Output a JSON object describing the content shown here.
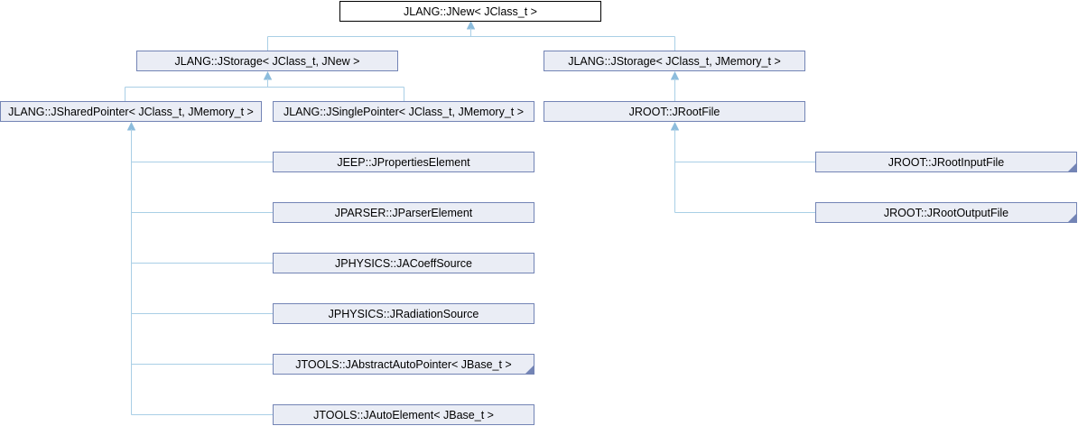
{
  "diagram_type": "class-inheritance-graph",
  "nodes": {
    "jnew": {
      "label": "JLANG::JNew< JClass_t >",
      "root": true
    },
    "jstorage_jnew": {
      "label": "JLANG::JStorage< JClass_t, JNew >"
    },
    "jstorage_jmem": {
      "label": "JLANG::JStorage< JClass_t, JMemory_t >"
    },
    "jsharedpointer": {
      "label": "JLANG::JSharedPointer< JClass_t, JMemory_t >"
    },
    "jsinglepointer": {
      "label": "JLANG::JSinglePointer< JClass_t, JMemory_t >"
    },
    "jrootfile": {
      "label": "JROOT::JRootFile"
    },
    "jproperties": {
      "label": "JEEP::JPropertiesElement"
    },
    "jparser": {
      "label": "JPARSER::JParserElement"
    },
    "jacoeff": {
      "label": "JPHYSICS::JACoeffSource"
    },
    "jradiation": {
      "label": "JPHYSICS::JRadiationSource"
    },
    "jabstractauto": {
      "label": "JTOOLS::JAbstractAutoPointer< JBase_t >",
      "truncated": true
    },
    "jautoelement": {
      "label": "JTOOLS::JAutoElement< JBase_t >"
    },
    "jrootinput": {
      "label": "JROOT::JRootInputFile",
      "truncated": true
    },
    "jrootoutput": {
      "label": "JROOT::JRootOutputFile",
      "truncated": true
    }
  },
  "edges": [
    {
      "from": "jstorage_jnew",
      "to": "jnew"
    },
    {
      "from": "jstorage_jmem",
      "to": "jnew"
    },
    {
      "from": "jsharedpointer",
      "to": "jstorage_jnew"
    },
    {
      "from": "jsinglepointer",
      "to": "jstorage_jnew"
    },
    {
      "from": "jrootfile",
      "to": "jstorage_jmem"
    },
    {
      "from": "jproperties",
      "to": "jsharedpointer"
    },
    {
      "from": "jparser",
      "to": "jsharedpointer"
    },
    {
      "from": "jacoeff",
      "to": "jsharedpointer"
    },
    {
      "from": "jradiation",
      "to": "jsharedpointer"
    },
    {
      "from": "jabstractauto",
      "to": "jsharedpointer"
    },
    {
      "from": "jautoelement",
      "to": "jsharedpointer"
    },
    {
      "from": "jrootinput",
      "to": "jrootfile"
    },
    {
      "from": "jrootoutput",
      "to": "jrootfile"
    }
  ],
  "colors": {
    "node_fill": "#eaedf5",
    "node_border": "#7384b5",
    "root_fill": "#ffffff",
    "root_border": "#000000",
    "edge_line": "#a9cfe6",
    "edge_arrow": "#8cbcdc",
    "text": "#000000",
    "background": "#ffffff"
  }
}
